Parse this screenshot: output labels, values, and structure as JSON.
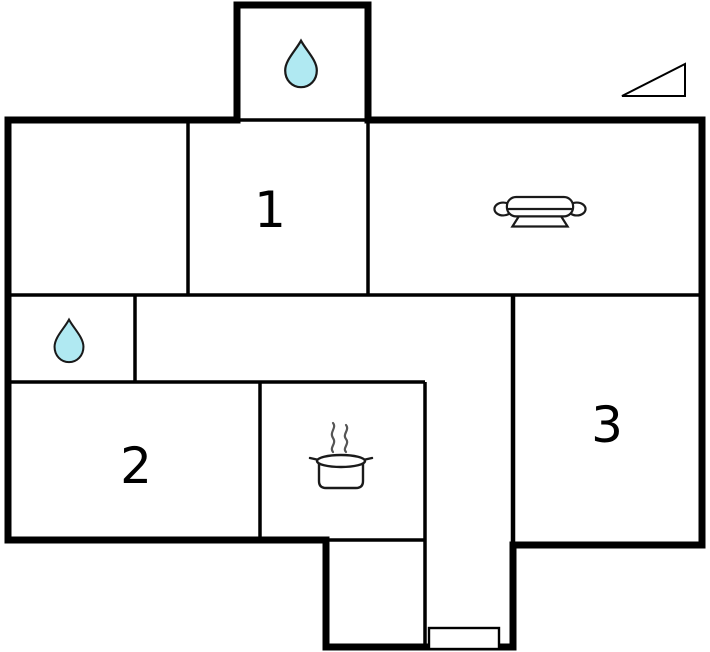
{
  "colors": {
    "background": "#ffffff",
    "wall": "#000000",
    "water_drop_fill": "#b0e9f2",
    "icon_outline": "#1a1a1a",
    "steam": "#555555"
  },
  "rooms": [
    {
      "label": "1"
    },
    {
      "label": "2"
    },
    {
      "label": "3"
    }
  ],
  "icons": {
    "top_bathroom": "water-drop-icon",
    "side_bathroom": "water-drop-icon",
    "living_area": "sofa-icon",
    "kitchen": "cooking-pot-icon",
    "compass": "north-triangle-icon",
    "entrance": "entrance-door"
  }
}
